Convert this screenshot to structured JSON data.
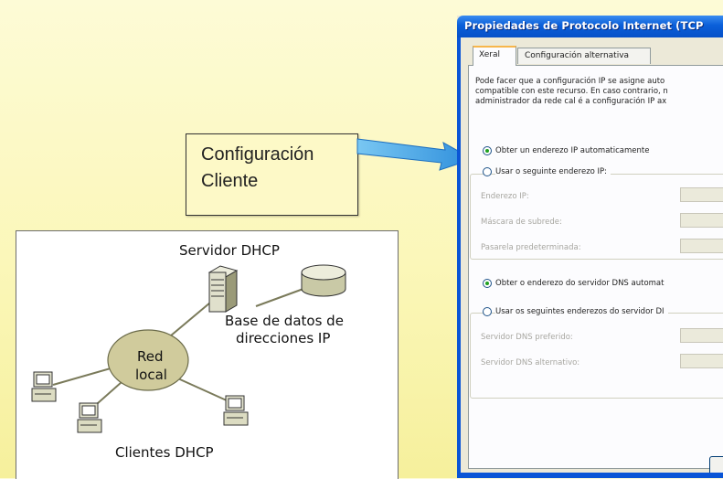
{
  "callout": {
    "line1": "Configuración",
    "line2": "Cliente"
  },
  "diagram": {
    "server_label": "Servidor DHCP",
    "db_label_line1": "Base de datos de",
    "db_label_line2": "direcciones  IP",
    "network_label_line1": "Red",
    "network_label_line2": "local",
    "clients_label": "Clientes DHCP"
  },
  "dialog": {
    "title": "Propiedades de Protocolo Internet (TCP",
    "tabs": [
      "Xeral",
      "Configuración alternativa"
    ],
    "description": [
      "Pode facer que a configuración IP se asigne auto",
      "compatible con este recurso. En caso contrario, n",
      "administrador da rede cal é a configuración IP ax"
    ],
    "ip_auto_option": "Obter un enderezo IP automaticamente",
    "ip_manual_option": "Usar o seguinte enderezo IP:",
    "ip_fields": [
      "Enderezo IP:",
      "Máscara de subrede:",
      "Pasarela predeterminada:"
    ],
    "dns_auto_option": "Obter o enderezo do servidor DNS automat",
    "dns_manual_option": "Usar os seguintes enderezos do servidor DI",
    "dns_fields": [
      "Servidor DNS preferido:",
      "Servidor DNS alternativo:"
    ]
  }
}
